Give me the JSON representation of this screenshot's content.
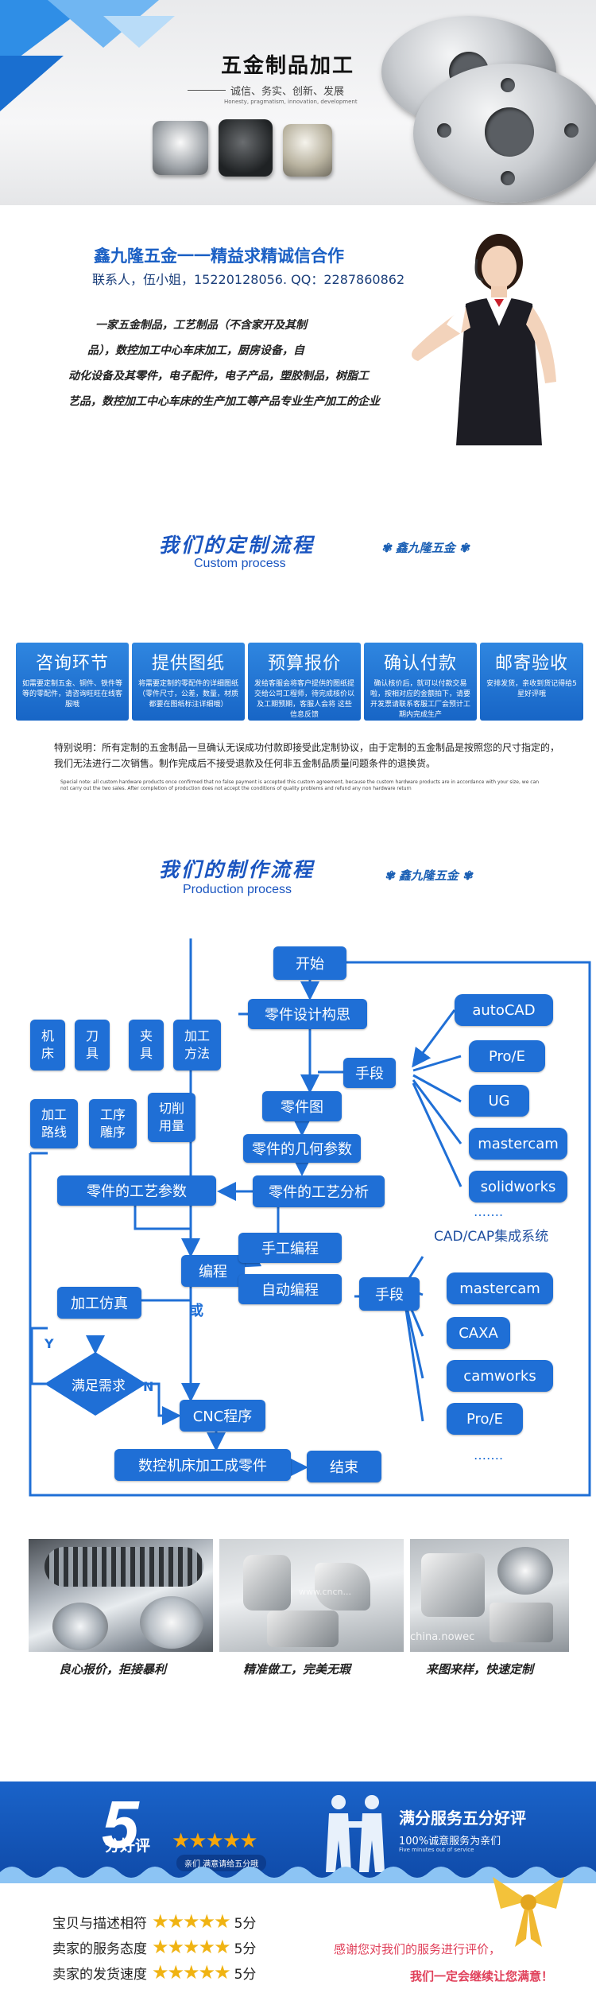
{
  "banner": {
    "title": "五金制品加工",
    "slogan": "诚信、务实、创新、发展",
    "slogan_en": "Honesty, pragmatism, innovation, development"
  },
  "contact": {
    "headline": "鑫九隆五金一一精益求精诚信合作",
    "phone_line": "联系人，伍小姐，15220128056. QQ：2287860862",
    "intro_lines": [
      "一家五金制品，工艺制品（不含家开及其制",
      "品），数控加工中心车床加工，厨房设备，自",
      "动化设备及其零件，电子配件，电子产品，塑胶制品，树脂工",
      "艺品，数控加工中心车床的生产加工等产品专业生产加工的企业"
    ]
  },
  "custom_process": {
    "title": "我们的定制流程",
    "subtitle": "Custom process",
    "brand": "鑫九隆五金",
    "steps": [
      {
        "title": "咨询环节",
        "desc": "如需要定制五金、铜件、铁件等等的零配件，请咨询旺旺在线客服哦"
      },
      {
        "title": "提供图纸",
        "desc": "将需要定制的零配件的详细图纸（零件尺寸，公差，数量，材质都要在图纸标注详细哦）"
      },
      {
        "title": "预算报价",
        "desc": "发给客服会将客户提供的图纸提交给公司工程师，待完成核价以及工期预期，客服人会将 这些信息反馈"
      },
      {
        "title": "确认付款",
        "desc": "确认核价后，就可以付款交易啦，按相对应的金额拍下，请要开发票请联系客服工厂会预计工期内完成生产"
      },
      {
        "title": "邮寄验收",
        "desc": "安排发货，亲收到货记得给5星好评哦"
      }
    ],
    "note": "特别说明：所有定制的五金制品一旦确认无误成功付款即接受此定制协议，由于定制的五金制品是按照您的尺寸指定的，我们无法进行二次销售。制作完成后不接受退款及任何非五金制品质量问题条件的退换货。",
    "note_en": "Special note: all custom hardware products once confirmed that no false payment is accepted this custom agreement, because the custom hardware products are in accordance with your size, we can not carry out the two sales. After completion of production does not accept the conditions of quality problems and refund any non hardware return"
  },
  "production_process": {
    "title": "我们的制作流程",
    "subtitle": "Production process",
    "brand": "鑫九隆五金",
    "nodes": {
      "start": "开始",
      "design": "零件设计构思",
      "means1": "手段",
      "drawing": "零件图",
      "geometry": "零件的几何参数",
      "process_analysis": "零件的工艺分析",
      "process_params": "零件的工艺参数",
      "programming": "编程",
      "manual": "手工编程",
      "auto": "自动编程",
      "means2": "手段",
      "simulation": "加工仿真",
      "or": "或",
      "satisfy": "满足需求",
      "y": "Y",
      "n": "N",
      "cnc": "CNC程序",
      "machining": "数控机床加工成零件",
      "end": "结束"
    },
    "left_tools": [
      "机床",
      "刀具",
      "夹具",
      "加工方法"
    ],
    "left_params": [
      "加工路线",
      "工序雕序",
      "切削用量"
    ],
    "software1": [
      "autoCAD",
      "Pro/E",
      "UG",
      "mastercam",
      "solidworks"
    ],
    "software2": [
      "CAD/CAP集成系统",
      "mastercam",
      "CAXA",
      "camworks",
      "Pro/E"
    ],
    "ellipsis": "……."
  },
  "photos": {
    "captions": [
      "良心报价，拒接暴利",
      "精准做工，完美无瑕",
      "来图来样，快速定制"
    ],
    "watermark1": "www.cncn...",
    "watermark2": "china.nowec"
  },
  "rating": {
    "big_five": "5",
    "label": "分好评",
    "pill": "亲们 满意请给五分哦",
    "title": "满分服务五分好评",
    "subtitle": "100%诚意服务为亲们",
    "subtitle_en": "Five minutes out of service",
    "rows": [
      {
        "label": "宝贝与描述相符",
        "score": "5分"
      },
      {
        "label": "卖家的服务态度",
        "score": "5分"
      },
      {
        "label": "卖家的发货速度",
        "score": "5分"
      }
    ],
    "thanks": "感谢您对我们的服务进行评价，",
    "thanks2": "我们一定会继续让您满意！",
    "colors": {
      "band": "#1a63c9",
      "star": "#f5a60a",
      "thanks": "#e0405a"
    }
  }
}
